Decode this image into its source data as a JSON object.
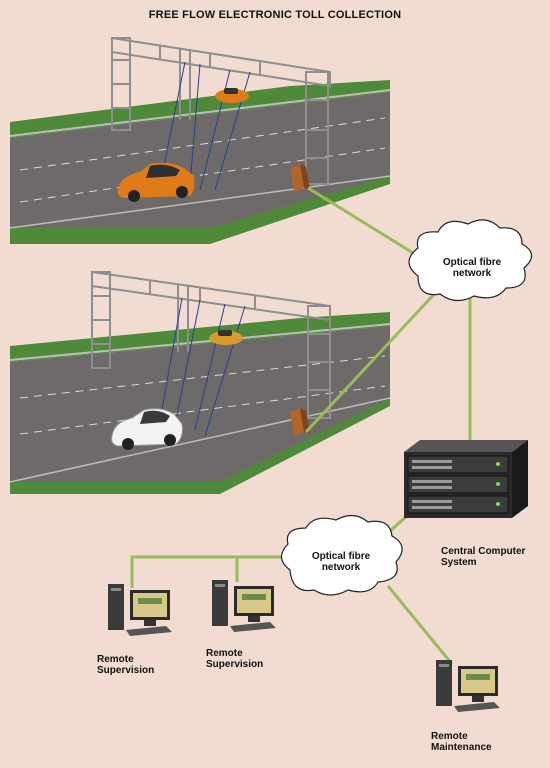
{
  "title": "FREE FLOW ELECTRONIC TOLL COLLECTION",
  "clouds": {
    "top": {
      "line1": "Optical fibre",
      "line2": "network"
    },
    "bottom": {
      "line1": "Optical fibre",
      "line2": "network"
    }
  },
  "server": {
    "line1": "Central Computer",
    "line2": "System"
  },
  "stations": {
    "supervision_1": {
      "line1": "Remote",
      "line2": "Supervision"
    },
    "supervision_2": {
      "line1": "Remote",
      "line2": "Supervision"
    },
    "maintenance": {
      "line1": "Remote",
      "line2": "Maintenance"
    }
  },
  "colors": {
    "background": "#f2dcd2",
    "fibre_link": "#9bbb59",
    "road": "#6e6a6a",
    "grass": "#4f8a3a",
    "car_orange": "#e07b1a",
    "car_white": "#f2f2f2",
    "gantry": "#8e8e8e",
    "server": "#2b2b2b"
  }
}
